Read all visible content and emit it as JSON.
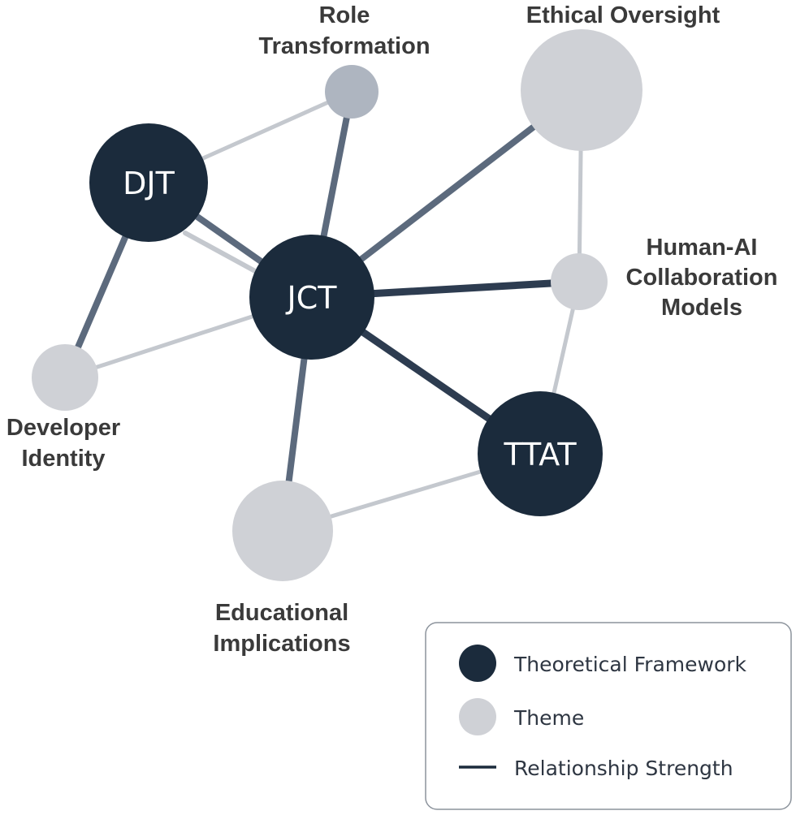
{
  "colors": {
    "framework": "#1b2b3c",
    "theme": "#cfd1d6",
    "theme_role": "#aeb5c0",
    "edge_strong": "#2d3c50",
    "edge_medium": "#5c6a7d",
    "edge_light": "#c4c8ce",
    "theme_text": "#3a3a3a",
    "legend_border": "#8c939c"
  },
  "frameworks": [
    {
      "id": "djt",
      "label": "DJT"
    },
    {
      "id": "jct",
      "label": "JCT"
    },
    {
      "id": "ttat",
      "label": "TTAT"
    }
  ],
  "themes": [
    {
      "id": "role",
      "label_lines": [
        "Role",
        "Transformation"
      ]
    },
    {
      "id": "ethical",
      "label_lines": [
        "Ethical Oversight"
      ]
    },
    {
      "id": "humanai",
      "label_lines": [
        "Human-AI",
        "Collaboration",
        "Models"
      ]
    },
    {
      "id": "developer",
      "label_lines": [
        "Developer",
        "Identity"
      ]
    },
    {
      "id": "educational",
      "label_lines": [
        "Educational",
        "Implications"
      ]
    }
  ],
  "edges": [
    {
      "from": "djt",
      "to": "role",
      "strength": "light"
    },
    {
      "from": "djt",
      "to": "jct",
      "strength": "medium"
    },
    {
      "from": "djt",
      "to": "developer",
      "strength": "medium"
    },
    {
      "from": "jct",
      "to": "role",
      "strength": "medium"
    },
    {
      "from": "jct",
      "to": "ethical",
      "strength": "medium"
    },
    {
      "from": "jct",
      "to": "humanai",
      "strength": "strong"
    },
    {
      "from": "jct",
      "to": "ttat",
      "strength": "strong"
    },
    {
      "from": "jct",
      "to": "developer",
      "strength": "light"
    },
    {
      "from": "jct",
      "to": "educational",
      "strength": "medium"
    },
    {
      "from": "ttat",
      "to": "humanai",
      "strength": "light"
    },
    {
      "from": "ttat",
      "to": "educational",
      "strength": "light"
    },
    {
      "from": "ethical",
      "to": "humanai",
      "strength": "light"
    }
  ],
  "legend": {
    "framework_label": "Theoretical Framework",
    "theme_label": "Theme",
    "strength_label": "Relationship Strength"
  }
}
